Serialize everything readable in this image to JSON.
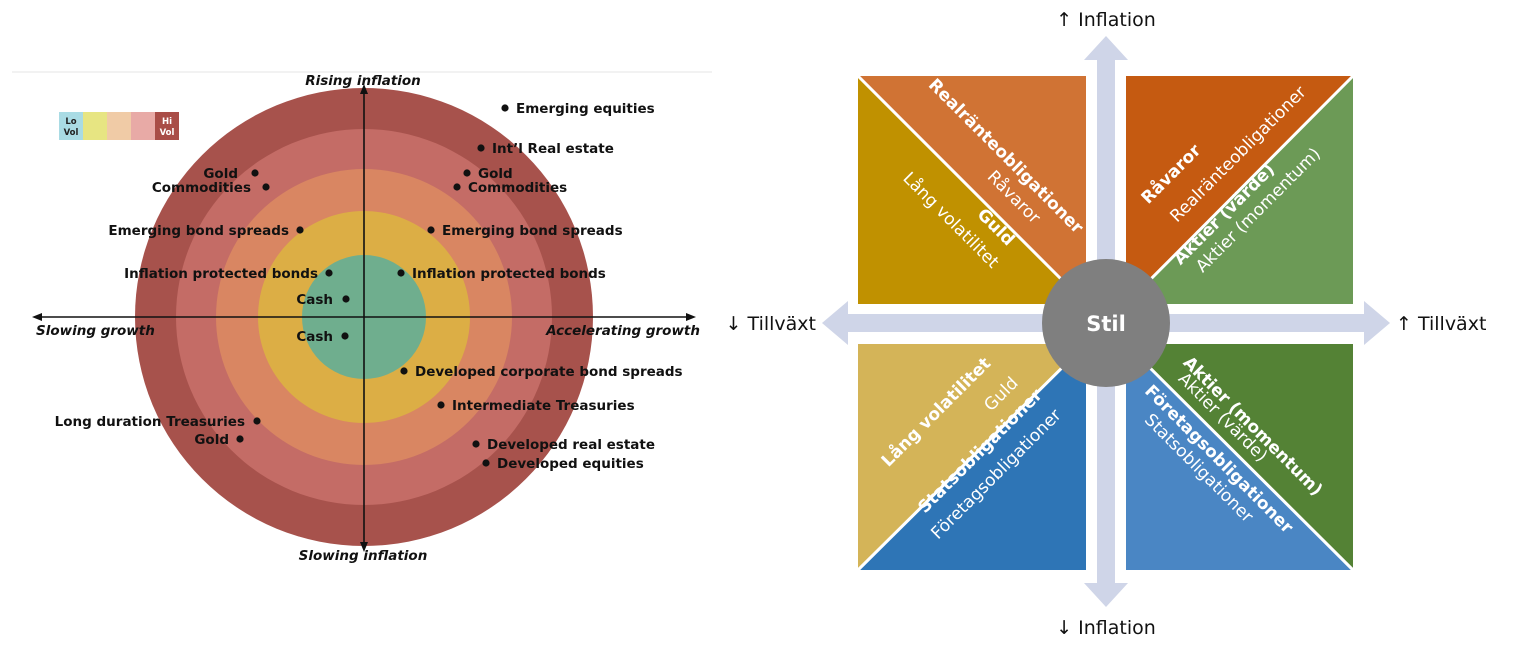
{
  "left_diagram": {
    "axes": {
      "top": "Rising inflation",
      "bottom": "Slowing inflation",
      "left": "Slowing growth",
      "right": "Accelerating growth"
    },
    "legend": {
      "low": "Lo Vol",
      "low_line1": "Lo",
      "low_line2": "Vol",
      "high_line1": "Hi",
      "high_line2": "Vol",
      "colors": [
        "#a9dbe4",
        "#e7e582",
        "#f0cba6",
        "#e8aaa6",
        "#a94d47"
      ]
    },
    "ring_colors": [
      "#a7524c",
      "#c46c66",
      "#d98662",
      "#dcae45",
      "#6fae8e"
    ],
    "assets": [
      {
        "label": "Emerging equities",
        "side": "right"
      },
      {
        "label": "Int’l Real estate",
        "side": "right"
      },
      {
        "label": "Gold",
        "side": "right"
      },
      {
        "label": "Commodities",
        "side": "right"
      },
      {
        "label": "Emerging bond spreads",
        "side": "right"
      },
      {
        "label": "Inflation protected bonds",
        "side": "right"
      },
      {
        "label": "Gold",
        "side": "left"
      },
      {
        "label": "Commodities",
        "side": "left"
      },
      {
        "label": "Emerging bond spreads",
        "side": "left"
      },
      {
        "label": "Inflation protected bonds",
        "side": "left"
      },
      {
        "label": "Cash",
        "side": "left"
      },
      {
        "label": "Cash",
        "side": "left"
      },
      {
        "label": "Developed corporate bond spreads",
        "side": "right"
      },
      {
        "label": "Intermediate Treasuries",
        "side": "right"
      },
      {
        "label": "Developed real estate",
        "side": "right"
      },
      {
        "label": "Developed equities",
        "side": "right"
      },
      {
        "label": "Long duration Treasuries",
        "side": "left"
      },
      {
        "label": "Gold",
        "side": "left"
      }
    ]
  },
  "right_diagram": {
    "center": "Stil",
    "directions": {
      "up": "↑ Inflation",
      "down": "↓ Inflation",
      "left": "↓ Tillväxt",
      "right": "↑ Tillväxt"
    },
    "quadrants": {
      "top_left": {
        "upper": {
          "bold": "Realränteobligationer",
          "regular": "Råvaror",
          "color": "#d07334"
        },
        "lower": {
          "bold": "Guld",
          "regular": "Lång volatilitet",
          "color": "#c09100"
        }
      },
      "top_right": {
        "upper": {
          "bold": "Råvaror",
          "regular": "Realränteobligationer",
          "color": "#c55a11"
        },
        "lower": {
          "bold": "Aktier (värde)",
          "regular": "Aktier (momentum)",
          "color": "#6c9a56"
        }
      },
      "bottom_left": {
        "upper": {
          "bold": "Lång volatilitet",
          "regular": "Guld",
          "color": "#d4b458"
        },
        "lower": {
          "bold": "Statsobligationer",
          "regular": "Företagsobligationer",
          "color": "#2e75b6"
        }
      },
      "bottom_right": {
        "upper": {
          "bold": "Aktier (momentum)",
          "regular": "Aktier (värde)",
          "color": "#548235"
        },
        "lower": {
          "bold": "Företagsobligationer",
          "regular": "Statsobligationer",
          "color": "#4a86c4"
        }
      }
    },
    "arrow_color": "#cfd5e8",
    "center_color": "#7f7f7f"
  }
}
